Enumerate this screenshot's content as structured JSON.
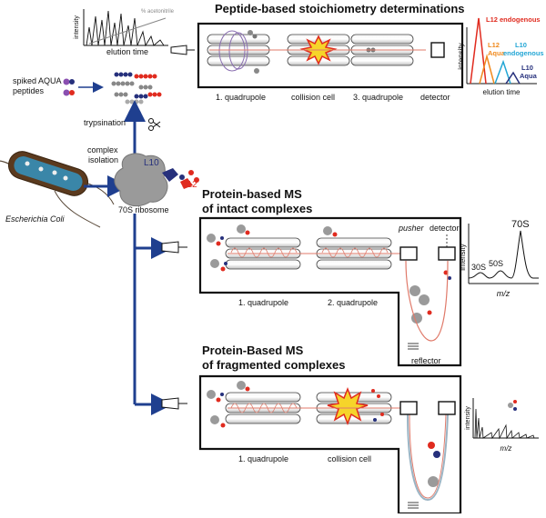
{
  "colors": {
    "arrow_blue": "#1f3f8f",
    "l12_red": "#e02b1f",
    "aqua_orange": "#f08a1e",
    "l10_cyan": "#23a6d5",
    "l10_navy": "#26307c",
    "chamber_outline": "#111111",
    "ion_path": "#e07a6a"
  },
  "top_section": {
    "title": "Peptide-based stoichiometry determinations",
    "labels": [
      "1. quadrupole",
      "collision cell",
      "3. quadrupole",
      "detector"
    ],
    "chromatogram": {
      "ylabel": "intensity",
      "xlabel": "elution time",
      "gradient_label": "% acetonitrile"
    },
    "spiked_label_1": "spiked AQUA",
    "spiked_label_2": "peptides",
    "trypsination_label": "trypsination",
    "scissors_icon": "scissors-icon",
    "spectrum": {
      "ylabel": "intensity",
      "xlabel": "elution time",
      "series_labels": {
        "l12_endogenous": "L12 endogenous",
        "l12_aqua_1": "L12",
        "l12_aqua_2": "Aqua",
        "l10_endogenous_1": "L10",
        "l10_endogenous_2": "endogenous",
        "l10_aqua_1": "L10",
        "l10_aqua_2": "Aqua"
      }
    }
  },
  "left_section": {
    "complex_label_1": "complex",
    "complex_label_2": "isolation",
    "organism_label": "Escherichia Coli",
    "ribosome_label": "70S ribosome",
    "l10_label": "L10",
    "l12_label": "L12"
  },
  "middle_section": {
    "title_1": "Protein-based MS",
    "title_2": "of intact complexes",
    "labels": [
      "1. quadrupole",
      "2. quadrupole"
    ],
    "pusher_label": "pusher",
    "detector_label": "detector",
    "reflector_label": "reflector",
    "spectrum": {
      "ylabel": "intensity",
      "xlabel": "m/z",
      "peak_labels": [
        "30S",
        "50S",
        "70S"
      ]
    }
  },
  "bottom_section": {
    "title_1": "Protein-Based MS",
    "title_2": "of fragmented complexes",
    "labels": [
      "1. quadrupole",
      "collision cell"
    ],
    "spectrum": {
      "ylabel": "intensity",
      "xlabel": "m/z"
    }
  }
}
